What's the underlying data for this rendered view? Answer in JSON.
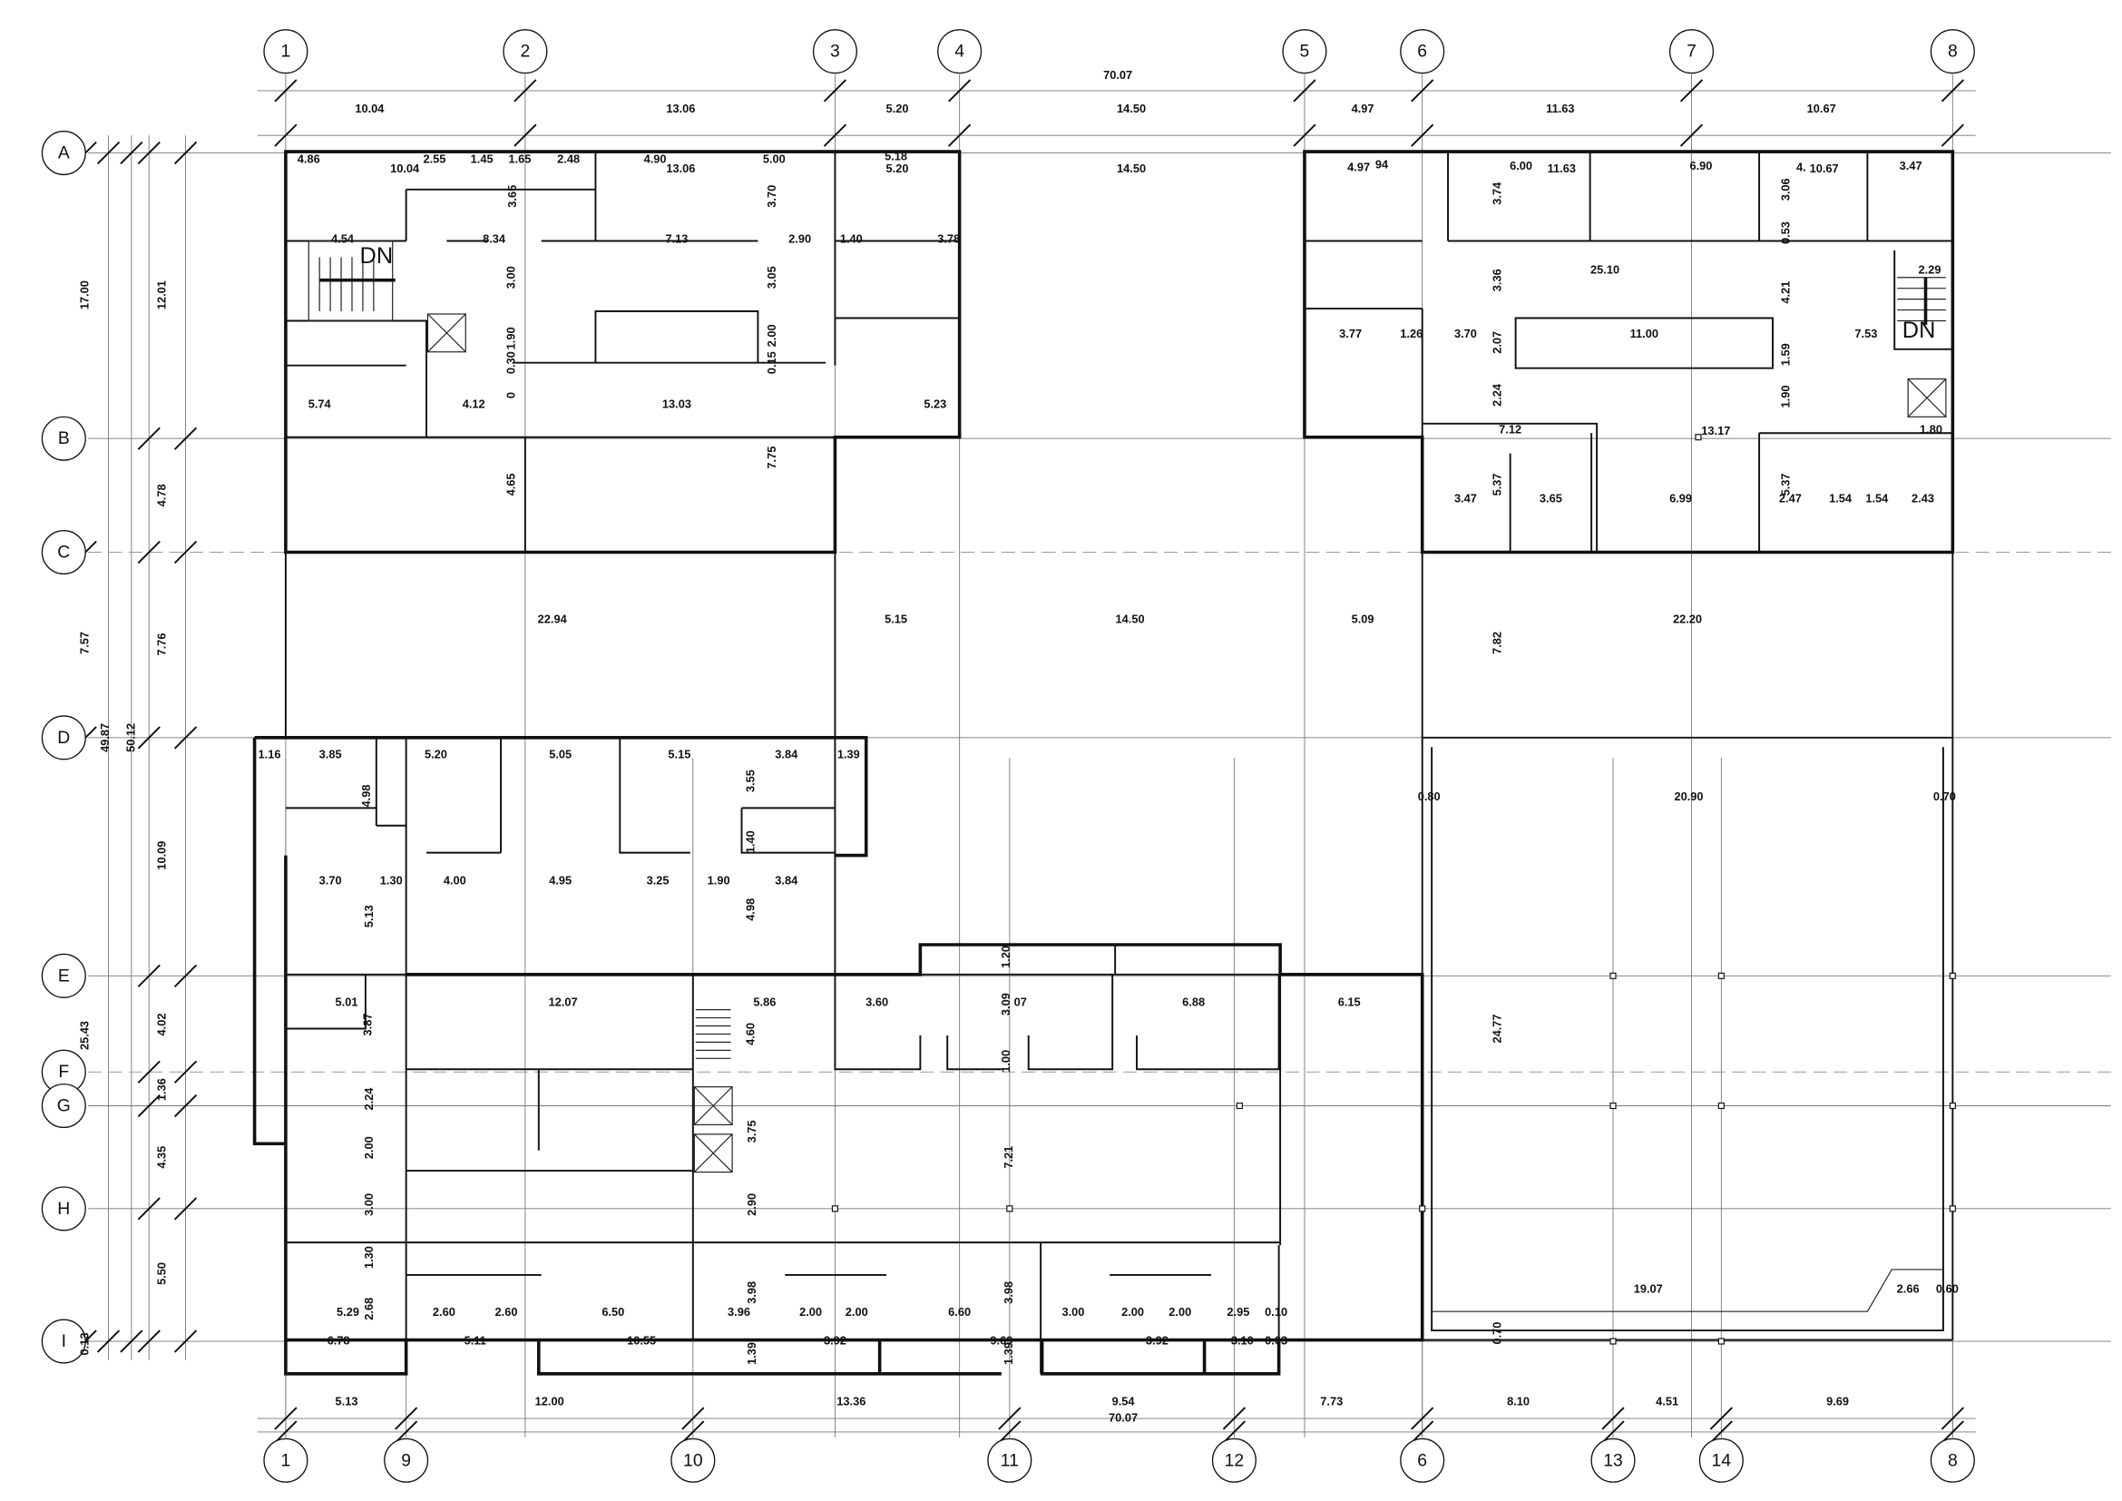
{
  "title": "Floor plan",
  "grid_top": [
    "1",
    "2",
    "3",
    "4",
    "5",
    "6",
    "7",
    "8"
  ],
  "grid_bottom": [
    "1",
    "9",
    "10",
    "11",
    "12",
    "6",
    "13",
    "14",
    "8"
  ],
  "grid_left": [
    "A",
    "B",
    "C",
    "D",
    "E",
    "F",
    "G",
    "H",
    "I"
  ],
  "top_dims": {
    "overall": "70.07",
    "chain": [
      "10.04",
      "13.06",
      "5.20",
      "14.50",
      "4.97",
      "11.63",
      "10.67"
    ]
  },
  "bottom_dims": {
    "overall": "70.07",
    "chain": [
      "5.13",
      "12.00",
      "13.36",
      "9.54",
      "7.73",
      "8.10",
      "4.51",
      "9.69"
    ]
  },
  "left_dims": {
    "outer": [
      "17.00",
      "7.57",
      "25.43",
      "0.13"
    ],
    "totals": [
      "49.87",
      "50.12"
    ],
    "chain": [
      "12.01",
      "4.78",
      "7.76",
      "10.09",
      "4.02",
      "1.36",
      "4.35",
      "5.50"
    ]
  },
  "stair_labels": [
    "DN",
    "DN"
  ],
  "upper_left_block": [
    "4.86",
    "2.55",
    "1.45",
    "1.65",
    "2.48",
    "4.90",
    "5.00",
    "5.18",
    "10.04",
    "13.06",
    "5.20",
    "14.50",
    "3.65",
    "3.70",
    "4.54",
    "8.34",
    "7.13",
    "2.90",
    "1.40",
    "3.78",
    "3.00",
    "3.05",
    "1.90",
    "0.30",
    "2.00",
    "0.15",
    "0",
    "5.74",
    "4.12",
    "13.03",
    "5.23",
    "7.75",
    "4.65"
  ],
  "middle_band": [
    "22.94",
    "5.15",
    "14.50",
    "5.09",
    "22.20",
    "7.82"
  ],
  "upper_right_block": [
    "4.97",
    "94",
    "6.00",
    "11.63",
    "6.90",
    "4.",
    "10.67",
    "3.47",
    "3.74",
    "3.06",
    "0.53",
    "25.10",
    "3.36",
    "4.21",
    "2.29",
    "3.77",
    "1.26",
    "3.70",
    "11.00",
    "7.53",
    "2.07",
    "1.59",
    "2.24",
    "1.90",
    "7.12",
    "13.17",
    "1.80",
    "5.37",
    "5.37",
    "3.47",
    "3.65",
    "6.99",
    "2.47",
    "1.54",
    "1.54",
    "2.43"
  ],
  "lower_block": [
    "1.16",
    "3.85",
    "5.20",
    "5.05",
    "5.15",
    "3.84",
    "1.39",
    "4.98",
    "3.55",
    "1.40",
    "3.70",
    "1.30",
    "4.00",
    "4.95",
    "3.25",
    "1.90",
    "3.84",
    "5.13",
    "4.98",
    "5.01",
    "12.07",
    "5.86",
    "3.60",
    "3.09",
    "07",
    "6.88",
    "6.15",
    "1.20",
    "3.87",
    "4.60",
    "1.00",
    "2.24",
    "3.75",
    "2.00",
    "7.21",
    "3.00",
    "2.90",
    "1.30",
    "3.98",
    "3.98",
    "2.68",
    "5.29",
    "2.60",
    "2.60",
    "6.50",
    "3.96",
    "2.00",
    "2.00",
    "6.60",
    "3.00",
    "2.00",
    "2.00",
    "2.95",
    "0.10",
    "6.78",
    "5.11",
    "10.55",
    "3.92",
    "9.69",
    "3.92",
    "3.10",
    "0.03",
    "1.39",
    "1.39"
  ],
  "hall_block": [
    "0.80",
    "20.90",
    "0.70",
    "24.77",
    "19.07",
    "2.66",
    "0.60",
    "0.70"
  ]
}
